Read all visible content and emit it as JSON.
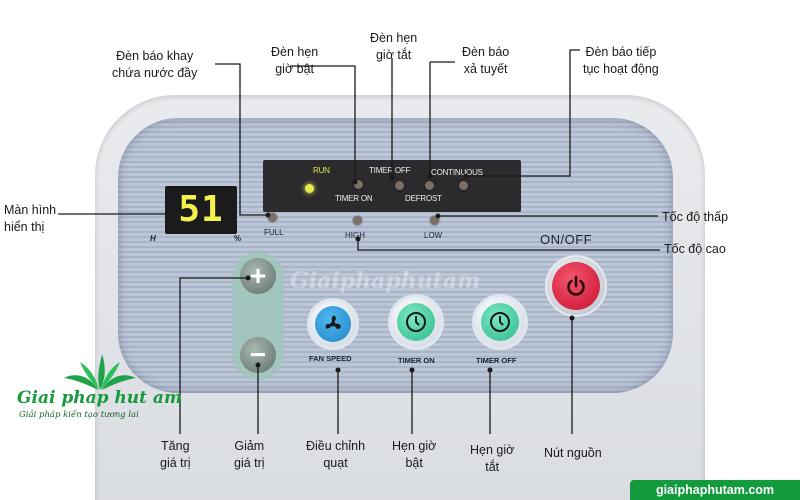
{
  "callouts": {
    "tray_full_lamp": [
      "Đèn báo khay",
      "chứa nước đầy"
    ],
    "timer_on_lamp": [
      "Đèn hẹn",
      "giờ bật"
    ],
    "timer_off_lamp": [
      "Đèn hẹn",
      "giờ tắt"
    ],
    "defrost_lamp": [
      "Đèn báo",
      "xả tuyết"
    ],
    "continuous_lamp": [
      "Đèn báo tiếp",
      "tục hoạt động"
    ],
    "display": [
      "Màn hình",
      "hiển thị"
    ],
    "low_speed": "Tốc độ thấp",
    "high_speed": "Tốc độ cao",
    "increase": [
      "Tăng",
      "giá trị"
    ],
    "decrease": [
      "Giảm",
      "giá trị"
    ],
    "fan_control": [
      "Điều chỉnh",
      "quạt"
    ],
    "timer_on": [
      "Hẹn giờ",
      "bật"
    ],
    "timer_off": [
      "Hẹn giờ",
      "tắt"
    ],
    "power": "Nút nguồn"
  },
  "panel": {
    "indicators": {
      "run": "RUN",
      "timer_off": "TIMER OFF",
      "continuous": "CONTINUOUS",
      "timer_on": "TIMER ON",
      "defrost": "DEFROST"
    },
    "display_value": "51",
    "display_unit_left": "H",
    "display_unit_right": "%",
    "lamp_full": "FULL",
    "lamp_high": "HIGH",
    "lamp_low": "LOW",
    "on_off": "ON/OFF",
    "fan_speed": "FAN SPEED",
    "timer_on": "TIMER ON",
    "timer_off": "TIMER OFF",
    "plus": "+",
    "minus": "−"
  },
  "brand": {
    "logo_name": "Giai phap hut am",
    "slogan": "Giải pháp kiến tạo tương lai",
    "website": "giaiphaphutam.com",
    "watermark": "Giaiphaphutam"
  },
  "colors": {
    "panel_blue": "#b4bfd1",
    "led_on": "#e6e94a",
    "power_red": "#c8102e",
    "timer_green": "#2fb98c",
    "fan_blue": "#1f87c9",
    "brand_green": "#129a3c"
  }
}
